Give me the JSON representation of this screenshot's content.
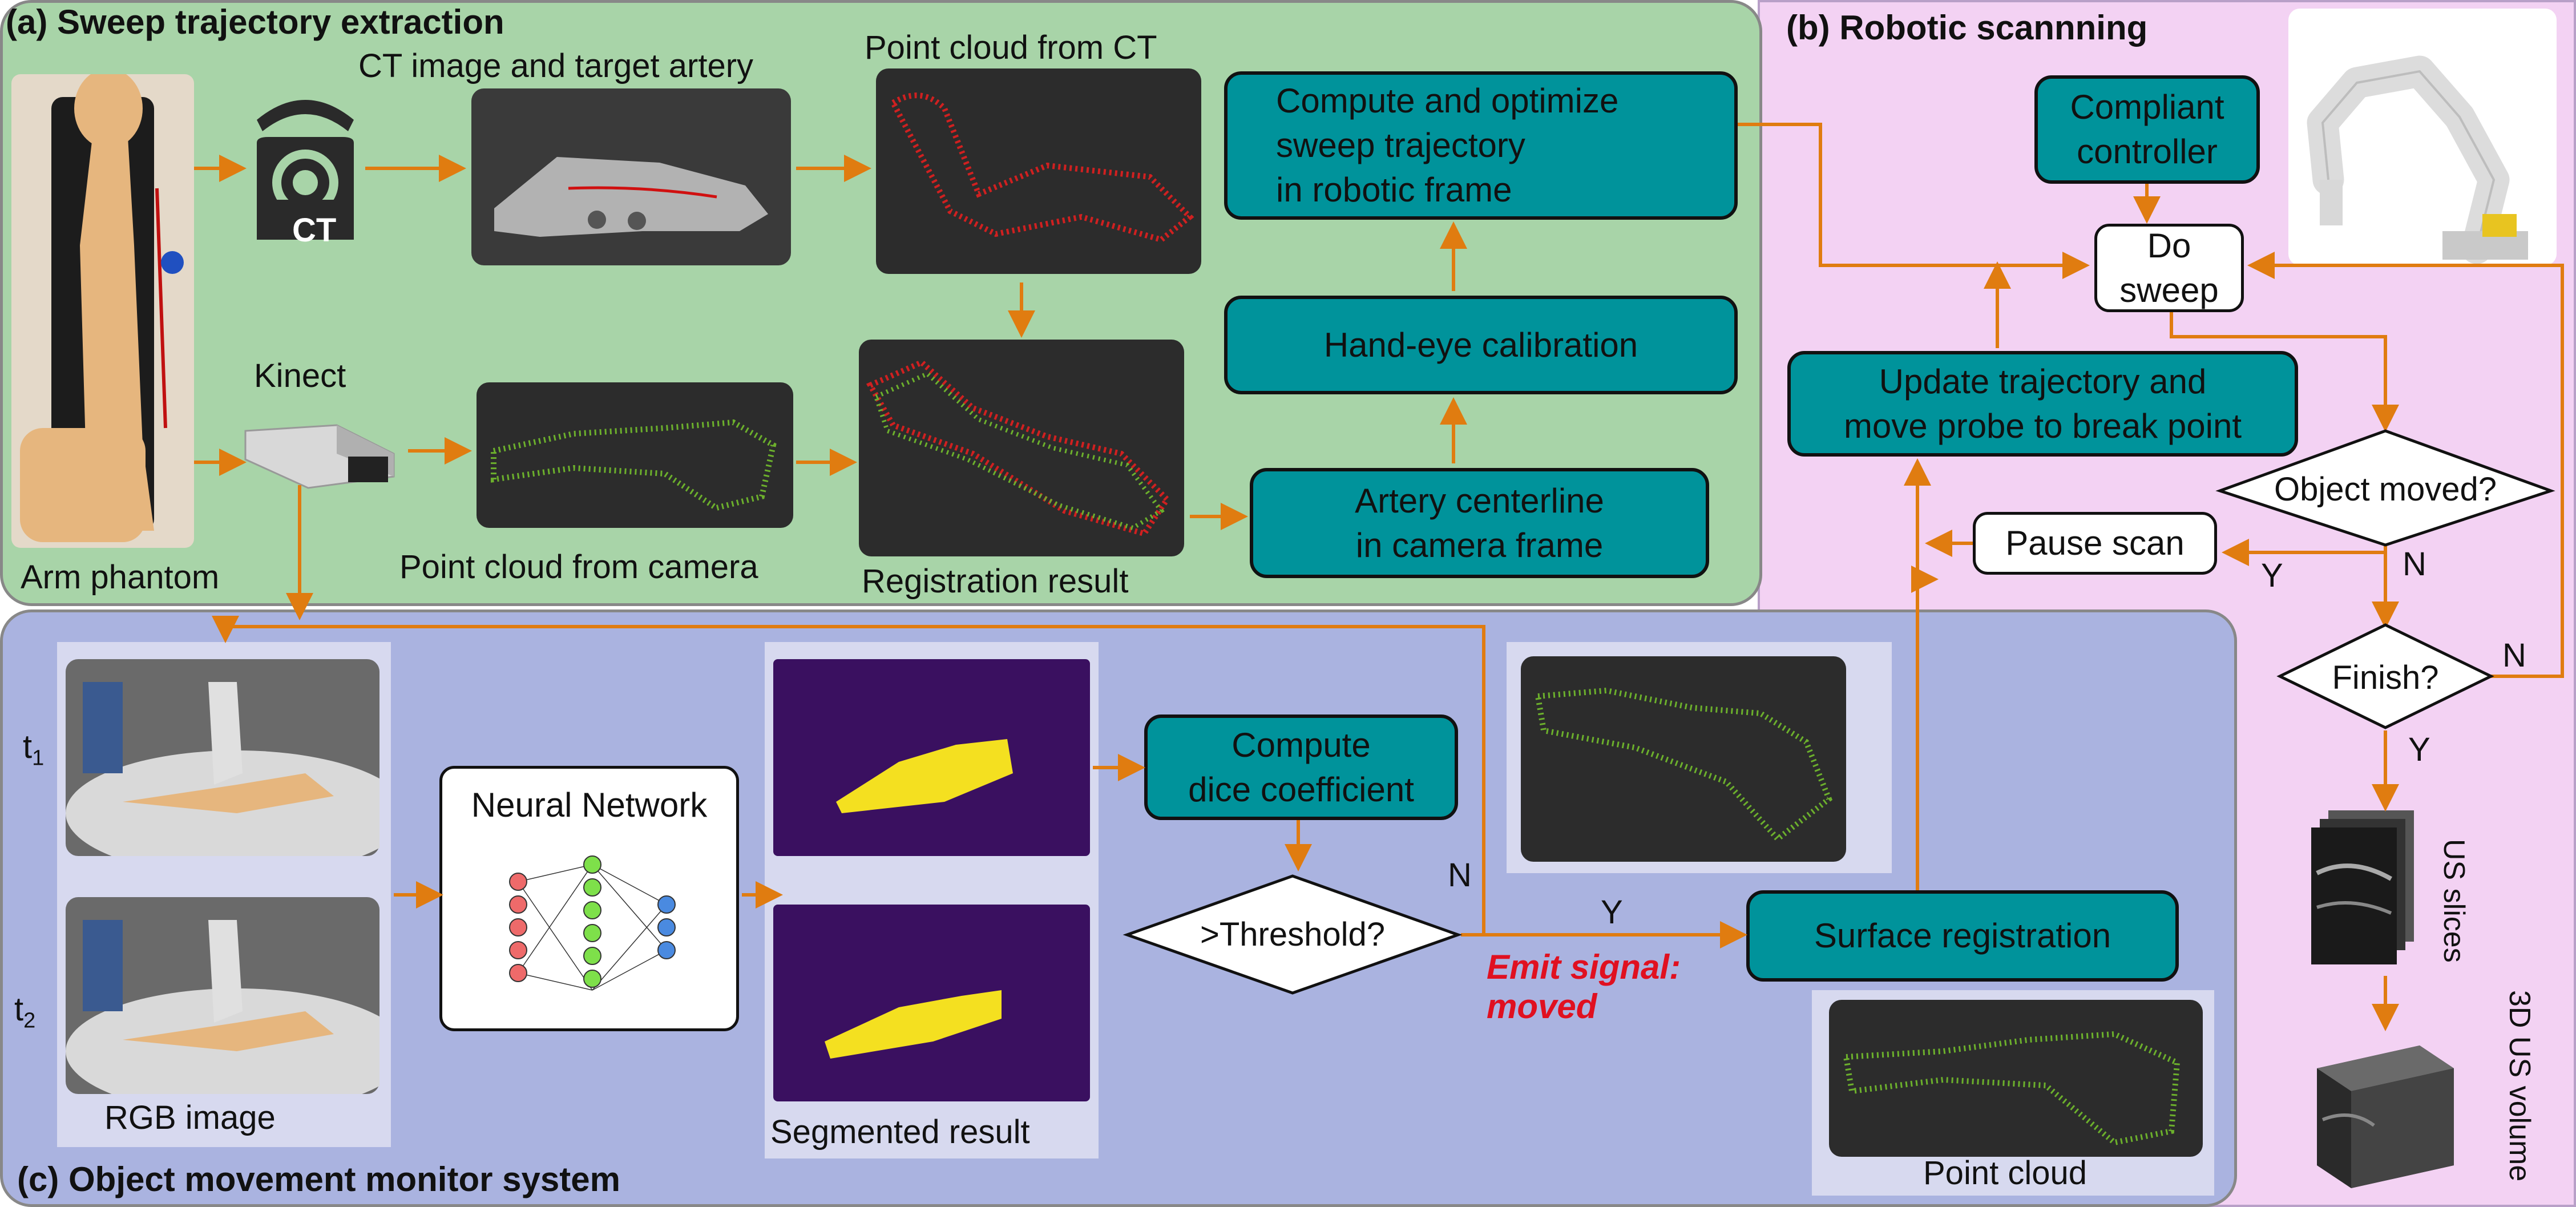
{
  "panels": {
    "a_title": "(a) Sweep trajectory extraction",
    "b_title": "(b) Robotic scannning",
    "c_title": "(c) Object movement monitor system"
  },
  "labels": {
    "ct_image": "CT image and target artery",
    "pc_from_ct": "Point cloud from CT",
    "kinect": "Kinect",
    "arm_phantom": "Arm phantom",
    "pc_from_camera": "Point cloud from camera",
    "registration_result": "Registration result",
    "ct_logo": "CT",
    "neural_network": "Neural Network",
    "rgb_image": "RGB image",
    "segmented_result": "Segmented result",
    "point_cloud": "Point cloud",
    "t1": "t",
    "t1_sub": "1",
    "t2": "t",
    "t2_sub": "2",
    "us_slices": "US slices",
    "us_volume": "3D US volume",
    "emit_signal": "Emit signal:",
    "emit_moved": "moved"
  },
  "boxes": {
    "compute_optimize": [
      "Compute and optimize",
      "sweep trajectory",
      "in robotic frame"
    ],
    "hand_eye": "Hand-eye calibration",
    "artery_centerline": [
      "Artery centerline",
      "in camera frame"
    ],
    "compliant": [
      "Compliant",
      "controller"
    ],
    "do_sweep": [
      "Do",
      "sweep"
    ],
    "update_traj": [
      "Update trajectory and",
      "move probe to break point"
    ],
    "object_moved": "Object moved?",
    "pause_scan": "Pause scan",
    "finish": "Finish?",
    "compute_dice": [
      "Compute",
      "dice coefficient"
    ],
    "threshold": ">Threshold?",
    "surface_reg": "Surface registration"
  },
  "edge_labels": {
    "y1": "Y",
    "n1": "N",
    "n2": "N",
    "y2": "Y",
    "n3": "N",
    "y3": "Y"
  },
  "colors": {
    "panel_a": "#a8d4a8",
    "panel_b": "#f3d2f3",
    "panel_c": "#aab3e0",
    "teal": "#00939b",
    "arrow": "#e07c10",
    "signal": "#e01020"
  }
}
